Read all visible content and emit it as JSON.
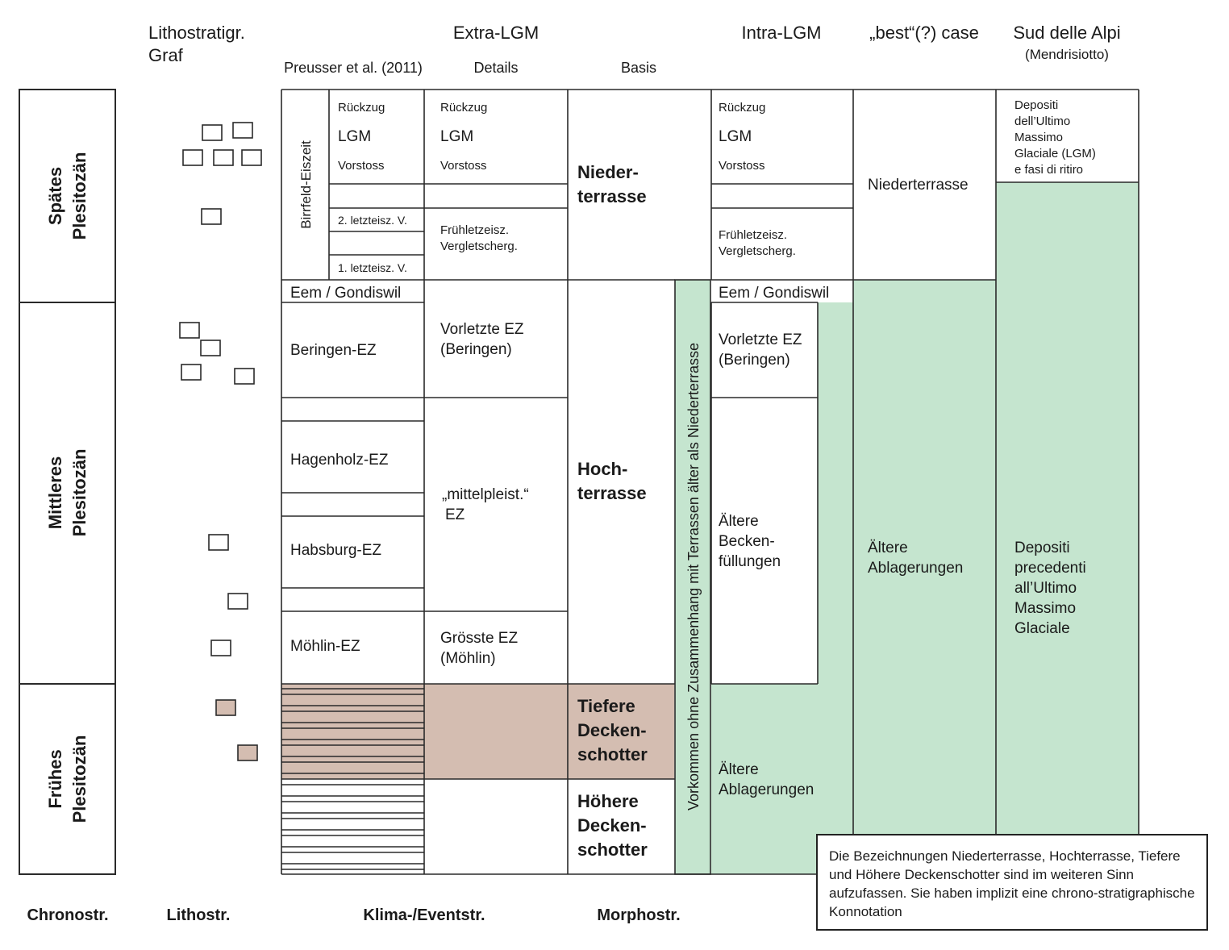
{
  "headers": {
    "lithostrat_l1": "Lithostratigr.",
    "lithostrat_l2": "Graf",
    "extra_lgm": "Extra-LGM",
    "intra_lgm": "Intra-LGM",
    "best_case": "„best“(?) case",
    "sud_alpi": "Sud delle Alpi",
    "sud_alpi_sub": "(Mendrisiotto)",
    "preusser": "Preusser et al. (2011)",
    "details": "Details",
    "basis": "Basis"
  },
  "chrono": {
    "spaetes": [
      "Spätes",
      "Plesitozän"
    ],
    "mittleres": [
      "Mittleres",
      "Plesitozän"
    ],
    "fruehes": [
      "Frühes",
      "Plesitozän"
    ]
  },
  "preusser": {
    "birrfeld": "Birrfeld-Eiszeit",
    "rueckzug": "Rückzug",
    "lgm": "LGM",
    "vorstoss": "Vorstoss",
    "letzteisz2": "2. letzteisz. V.",
    "letzteisz1": "1. letzteisz. V.",
    "eem": "Eem / Gondiswil",
    "beringen": "Beringen-EZ",
    "hagenholz": "Hagenholz-EZ",
    "habsburg": "Habsburg-EZ",
    "moehlin": "Möhlin-EZ"
  },
  "details": {
    "rueckzug": "Rückzug",
    "lgm": "LGM",
    "vorstoss": "Vorstoss",
    "fruehletz": [
      "Frühletzeisz.",
      "Vergletscherg."
    ],
    "vorletzte": [
      "Vorletzte EZ",
      "(Beringen)"
    ],
    "mittelpleist": [
      "„mittelpleist.“",
      "EZ"
    ],
    "groesste": [
      "Grösste EZ",
      "(Möhlin)"
    ]
  },
  "basis": {
    "nieder": [
      "Nieder-",
      "terrasse"
    ],
    "hoch": [
      "Hoch-",
      "terrasse"
    ],
    "tiefere": [
      "Tiefere",
      "Decken-",
      "schotter"
    ],
    "hoehere": [
      "Höhere",
      "Decken-",
      "schotter"
    ]
  },
  "vertical_band": "Vorkommen ohne Zusammenhang mit Terrassen älter als Niederterrasse",
  "intra": {
    "rueckzug": "Rückzug",
    "lgm": "LGM",
    "vorstoss": "Vorstoss",
    "fruehletz": [
      "Frühletzeisz.",
      "Vergletscherg."
    ],
    "eem": "Eem / Gondiswil",
    "vorletzte": [
      "Vorletzte EZ",
      "(Beringen)"
    ],
    "aeltere_becken": [
      "Ältere",
      "Becken-",
      "füllungen"
    ],
    "aeltere_ablag": [
      "Ältere",
      "Ablagerungen"
    ]
  },
  "best": {
    "niederterrasse": "Niederterrasse",
    "aeltere_ablag": [
      "Ältere",
      "Ablagerungen"
    ]
  },
  "sud": {
    "depositi_lgm": [
      "Depositi",
      "dell’Ultimo",
      "Massimo",
      "Glaciale (LGM)",
      "e fasi di ritiro"
    ],
    "depositi_prec": [
      "Depositi",
      "precedenti",
      "all’Ultimo",
      "Massimo",
      "Glaciale"
    ]
  },
  "footer": {
    "chronostr": "Chronostr.",
    "lithostr": "Lithostr.",
    "klima": "Klima-/Eventstr.",
    "morpho": "Morphostr."
  },
  "note": "Die Bezeichnungen Niederterrasse, Hochterrasse, Tiefere und Höhere Deckenschotter sind im weiteren Sinn aufzufassen. Sie haben implizit eine chrono-stratigraphische Konnotation",
  "colors": {
    "green": "#c5e5cf",
    "brown": "#d4bdb1",
    "line": "#2a2a2a"
  }
}
